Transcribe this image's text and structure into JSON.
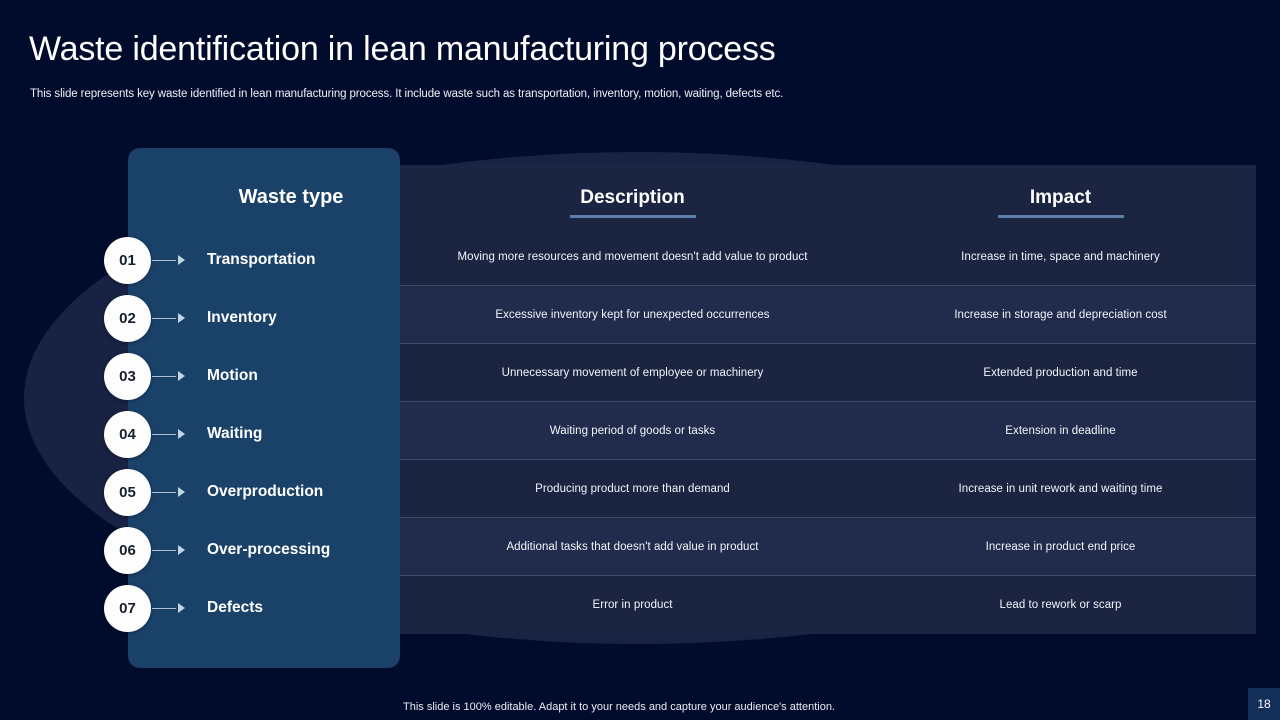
{
  "header": {
    "title": "Waste identification in lean manufacturing process",
    "subtitle": "This slide represents key waste identified in lean manufacturing process. It include waste such as transportation, inventory, motion, waiting, defects etc."
  },
  "waste_panel": {
    "title": "Waste type",
    "items": [
      {
        "number": "01",
        "label": "Transportation"
      },
      {
        "number": "02",
        "label": "Inventory"
      },
      {
        "number": "03",
        "label": "Motion"
      },
      {
        "number": "04",
        "label": "Waiting"
      },
      {
        "number": "05",
        "label": "Overproduction"
      },
      {
        "number": "06",
        "label": "Over-processing"
      },
      {
        "number": "07",
        "label": "Defects"
      }
    ]
  },
  "table": {
    "columns": [
      "Description",
      "Impact"
    ],
    "rows": [
      {
        "description": "Moving more resources and movement  doesn't add value to product",
        "impact": "Increase in time, space and machinery"
      },
      {
        "description": "Excessive inventory  kept for unexpected occurrences",
        "impact": "Increase in storage and depreciation cost"
      },
      {
        "description": "Unnecessary movement  of employee  or machinery",
        "impact": "Extended production  and time"
      },
      {
        "description": "Waiting period of goods  or tasks",
        "impact": "Extension in deadline"
      },
      {
        "description": "Producing product more than demand",
        "impact": "Increase in unit rework  and waiting time"
      },
      {
        "description": "Additional tasks that doesn't add value  in product",
        "impact": "Increase in product end price"
      },
      {
        "description": "Error in product",
        "impact": "Lead to rework or scarp"
      }
    ]
  },
  "footer": {
    "note": "This slide is 100% editable. Adapt it to your needs and capture your audience's attention.",
    "page_number": "18"
  },
  "colors": {
    "background": "#010b2c",
    "ellipse": "#1c2747",
    "panel": "#1a4269",
    "row_odd": "#1b2542",
    "row_even": "#212c4c",
    "accent_rule": "#5a7fa8",
    "badge": "#14305a"
  }
}
